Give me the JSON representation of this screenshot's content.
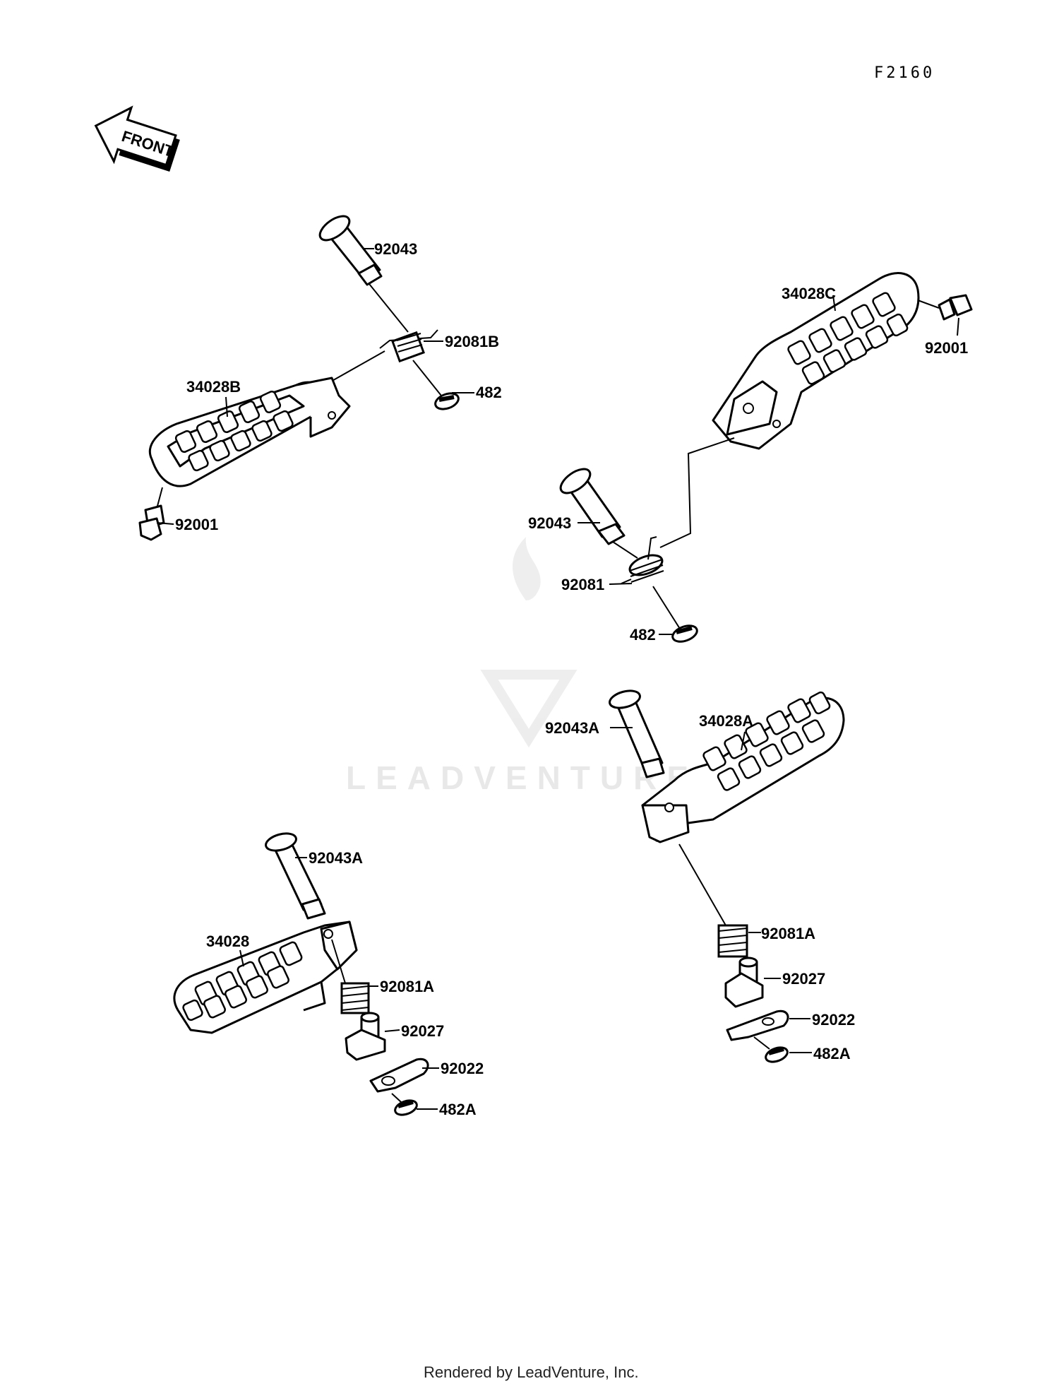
{
  "diagram_code": "F2160",
  "front_label": "FRONT",
  "watermark": "LEADVENTURE",
  "footer": "Rendered by LeadVenture, Inc.",
  "labels": {
    "tl_pin": "92043",
    "tl_spring": "92081B",
    "tl_clip": "482",
    "tl_step": "34028B",
    "tl_bolt": "92001",
    "tr_step": "34028C",
    "tr_bolt": "92001",
    "tr_pin": "92043",
    "tr_spring": "92081",
    "tr_clip": "482",
    "bl_pin": "92043A",
    "bl_step": "34028",
    "bl_spring": "92081A",
    "bl_holder": "92027",
    "bl_plate": "92022",
    "bl_clip": "482A",
    "br_pin": "92043A",
    "br_step": "34028A",
    "br_spring": "92081A",
    "br_holder": "92027",
    "br_plate": "92022",
    "br_clip": "482A"
  }
}
